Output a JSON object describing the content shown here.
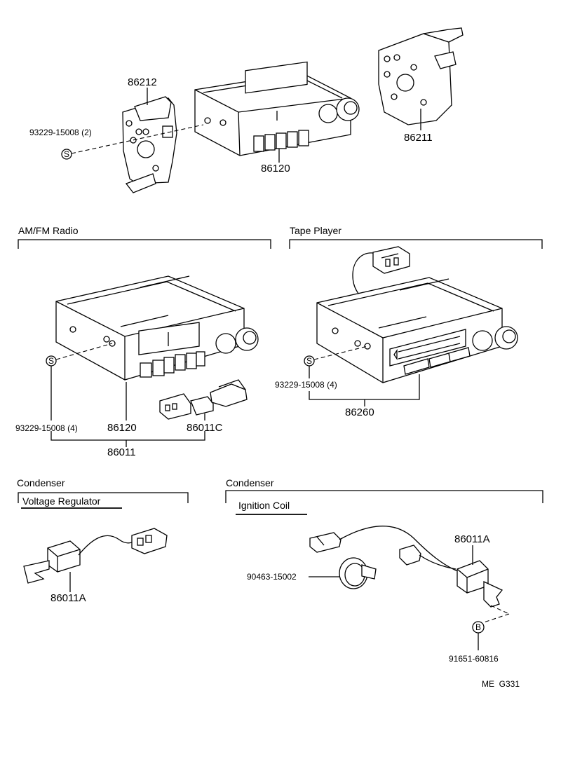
{
  "sections": {
    "am_fm_radio": "AM/FM Radio",
    "tape_player": "Tape Player",
    "condenser_left": "Condenser",
    "voltage_regulator": "Voltage Regulator",
    "condenser_right": "Condenser",
    "ignition_coil": "Ignition Coil"
  },
  "parts": {
    "p86212": "86212",
    "p86211": "86211",
    "p86120_top": "86120",
    "screw_top": "93229-15008 (2)",
    "screw_top_symbol": "S",
    "screw_radio_symbol": "S",
    "screw_radio": "93229-15008 (4)",
    "p86120_radio": "86120",
    "p86011": "86011",
    "p86011C": "86011C",
    "screw_tape_symbol": "S",
    "screw_tape": "93229-15008 (4)",
    "p86260": "86260",
    "p86011A_left": "86011A",
    "p86011A_right": "86011A",
    "clamp": "90463-15002",
    "bolt_symbol": "B",
    "bolt": "91651-60816"
  },
  "footer": {
    "code": "ME  G331"
  }
}
